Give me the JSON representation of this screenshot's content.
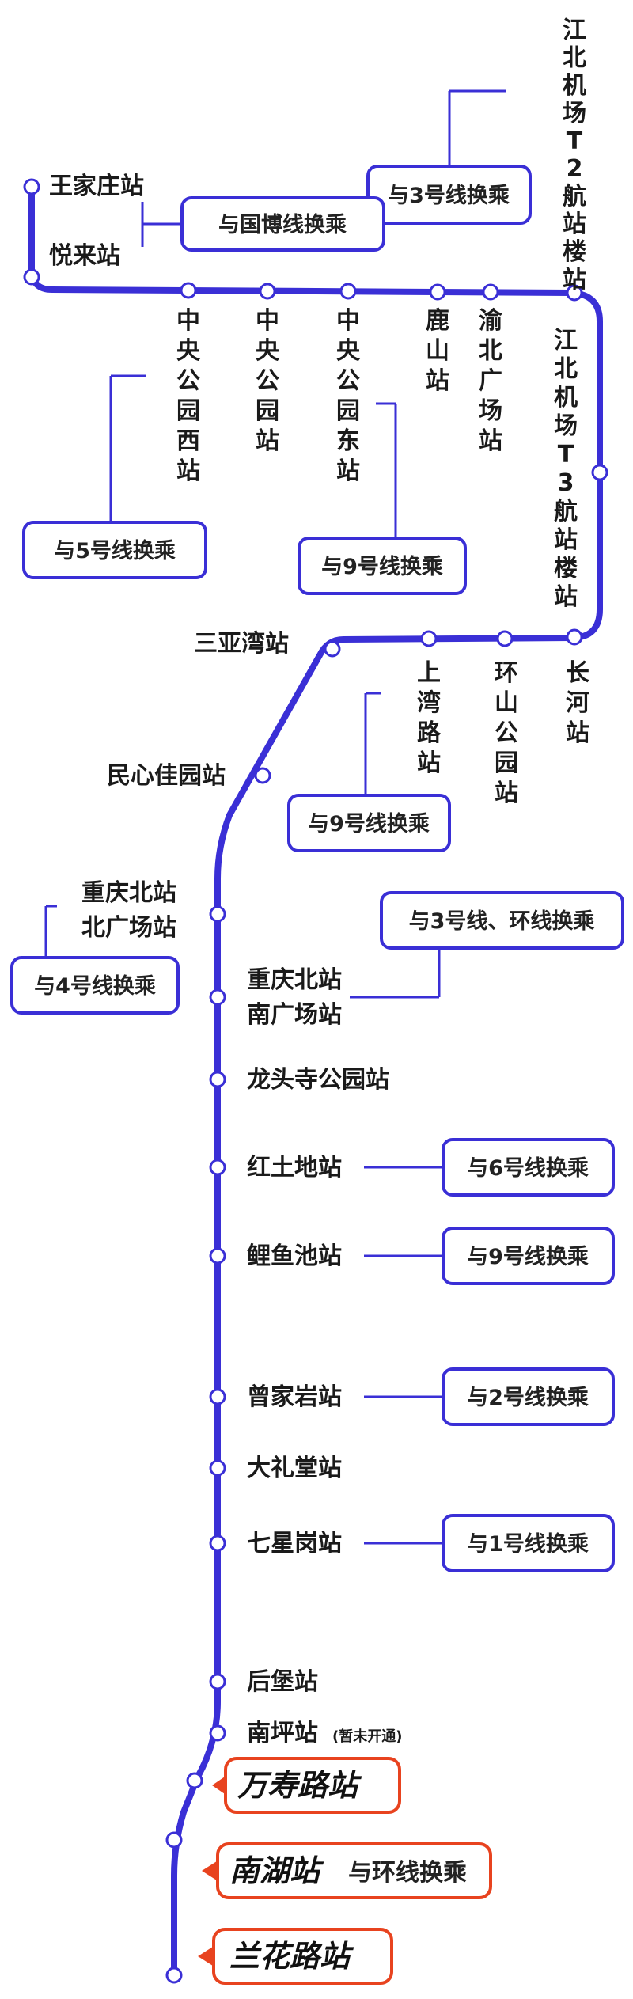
{
  "colors": {
    "line": "#3a2fd6",
    "highlight": "#e8431f",
    "text": "#1a1a1a"
  },
  "stations": {
    "wangjiazhuang": "王家庄站",
    "yuelai": "悦来站",
    "zhongyang_west": "中央公园西站",
    "zhongyang": "中央公园站",
    "zhongyang_east": "中央公园东站",
    "lushan": "鹿山站",
    "yubei_square": "渝北广场站",
    "airport_t2": "江北机场T2航站楼站",
    "airport_t3": "江北机场T3航站楼站",
    "changhe": "长河站",
    "huanshan_park": "环山公园站",
    "shangwan_road": "上湾路站",
    "sanyawan": "三亚湾站",
    "minxin_jiayuan": "民心佳园站",
    "chongqing_north_north_1": "重庆北站",
    "chongqing_north_north_2": "北广场站",
    "chongqing_north_south_1": "重庆北站",
    "chongqing_north_south_2": "南广场站",
    "longtousi": "龙头寺公园站",
    "hongtudi": "红土地站",
    "liyuchi": "鲤鱼池站",
    "zengjiayan": "曾家岩站",
    "dalitang": "大礼堂站",
    "qixinggang": "七星岗站",
    "houbao": "后堡站",
    "nanping": "南坪站",
    "nanping_note": "(暂未开通)",
    "wanshou_road": "万寿路站",
    "nanhu": "南湖站",
    "nanhu_note": "与环线换乘",
    "lanhua_road": "兰花路站"
  },
  "transfers": {
    "t2_line3": "与3号线换乘",
    "guobo": "与国博线换乘",
    "zy_west_line5": "与5号线换乘",
    "zy_east_line9": "与9号线换乘",
    "shangwan_line9": "与9号线换乘",
    "cq_north_line3_loop": "与3号线、环线换乘",
    "cq_north_line4": "与4号线换乘",
    "hongtudi_line6": "与6号线换乘",
    "liyuchi_line9": "与9号线换乘",
    "zengjiayan_line2": "与2号线换乘",
    "qixinggang_line1": "与1号线换乘"
  }
}
